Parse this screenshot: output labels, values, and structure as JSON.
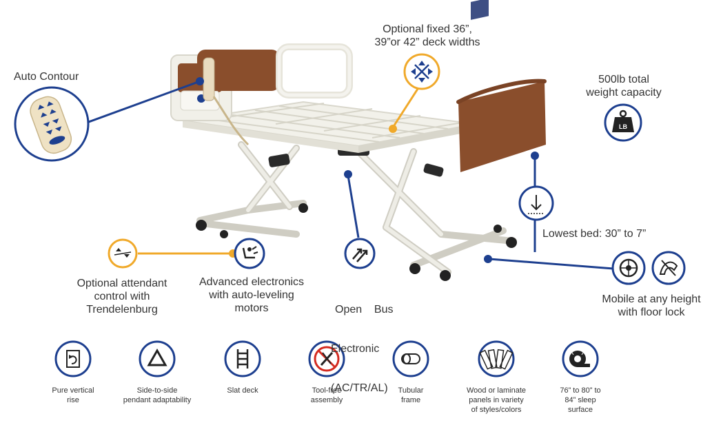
{
  "callouts": {
    "auto_contour": "Auto Contour",
    "deck_widths": [
      "Optional fixed 36”,",
      "39”or 42” deck widths"
    ],
    "weight": [
      "500lb total",
      "weight capacity"
    ],
    "lowest_bed": "Lowest bed: 30” to 7”",
    "attendant": [
      "Optional attendant",
      "control with",
      "Trendelenburg"
    ],
    "electronics": [
      "Advanced electronics",
      "with auto-leveling",
      "motors"
    ],
    "open_bus": [
      "Open    Bus",
      "Electronic",
      "(AC/TR/AL)"
    ],
    "mobile": [
      "Mobile at any height",
      "with floor lock"
    ],
    "weight_badge": "LB"
  },
  "features": [
    {
      "lines": [
        "Pure vertical",
        "rise"
      ],
      "icon": "vertical-rise-icon"
    },
    {
      "lines": [
        "Side-to-side",
        "pendant adaptability"
      ],
      "icon": "triangle-icon"
    },
    {
      "lines": [
        "Slat deck"
      ],
      "icon": "ladder-icon"
    },
    {
      "lines": [
        "Tool-free",
        "assembly"
      ],
      "icon": "no-tools-icon"
    },
    {
      "lines": [
        "Tubular",
        "frame"
      ],
      "icon": "tube-icon"
    },
    {
      "lines": [
        "Wood or laminate",
        "panels in variety",
        "of styles/colors"
      ],
      "icon": "swatches-icon"
    },
    {
      "lines": [
        "76” to 80” to",
        "84” sleep",
        "surface"
      ],
      "icon": "tape-measure-icon"
    }
  ],
  "colors": {
    "navy": "#1d3f8f",
    "gold": "#f0a92a",
    "wood": "#8a4e2c",
    "frame": "#ecebe4",
    "red": "#d42a20"
  }
}
